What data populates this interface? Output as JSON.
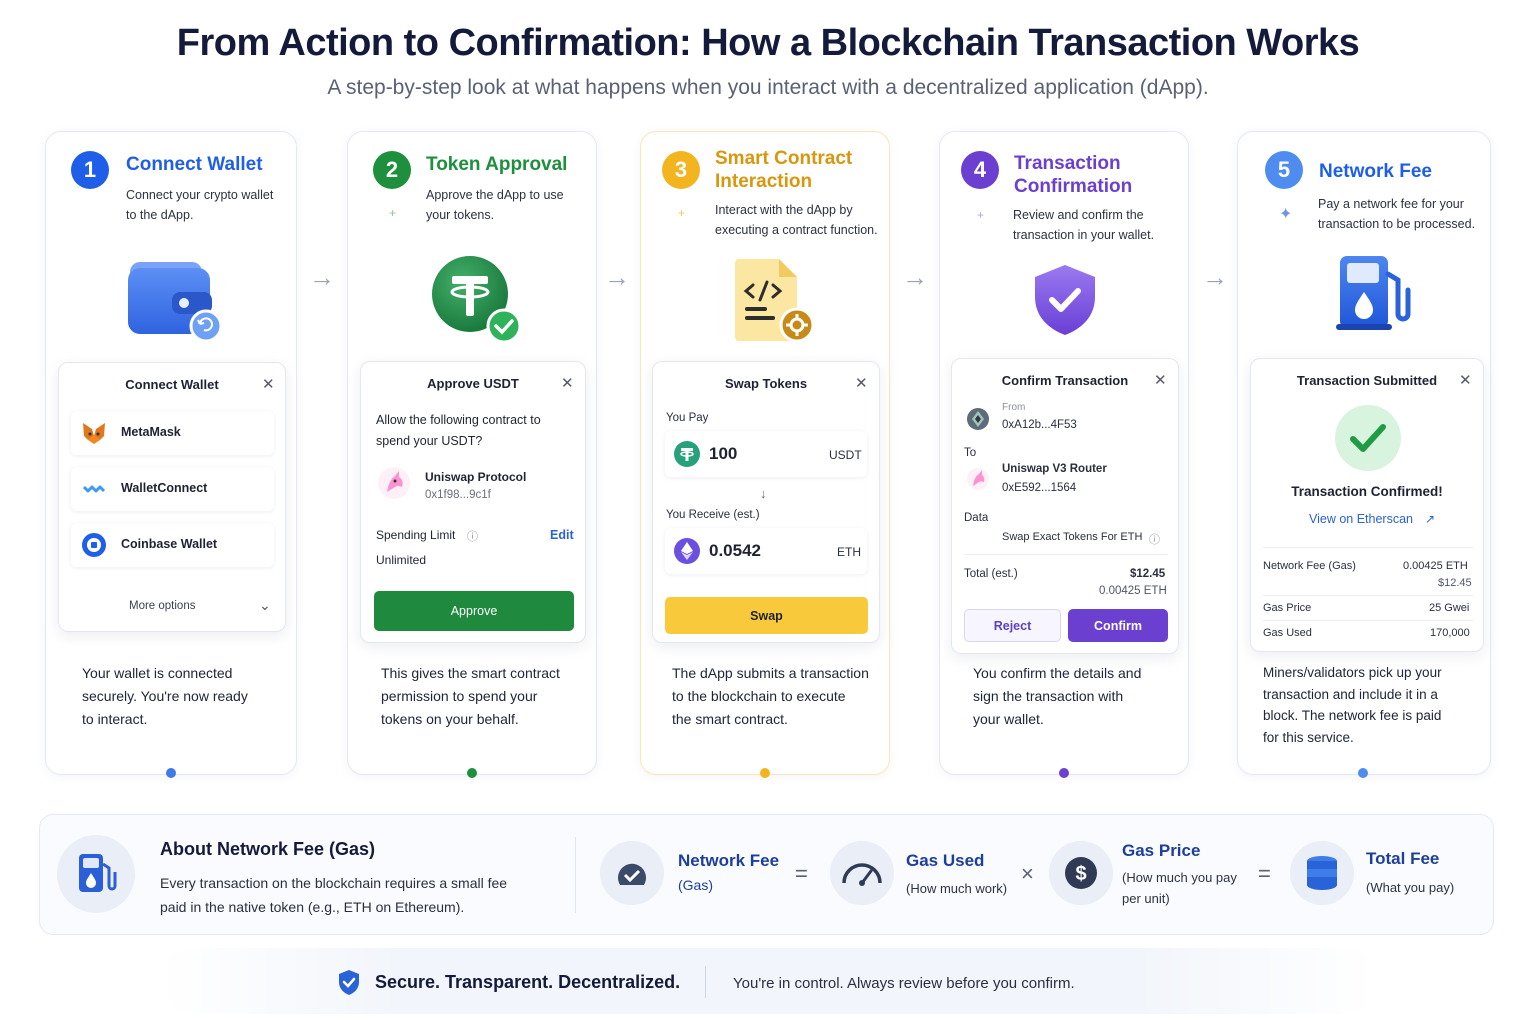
{
  "header": {
    "title": "From Action to Confirmation: How a Blockchain Transaction Works",
    "subtitle": "A step-by-step look at what happens when you interact with a decentralized application (dApp)."
  },
  "colors": {
    "blue": "#1f5ee8",
    "green": "#1e8f3c",
    "yellow": "#f2b51f",
    "purple": "#6b3fcf",
    "sky": "#4f8cf0"
  },
  "steps": [
    {
      "number": "1",
      "title": "Connect Wallet",
      "description": [
        "Connect your crypto wallet",
        "to the dApp."
      ],
      "panel": {
        "title": "Connect Wallet",
        "options": [
          {
            "label": "MetaMask",
            "icon": "fox-icon"
          },
          {
            "label": "WalletConnect",
            "icon": "walletconnect-icon"
          },
          {
            "label": "Coinbase Wallet",
            "icon": "coinbase-icon"
          }
        ],
        "more": "More options"
      },
      "footer": [
        "Your wallet is connected",
        "securely. You're now ready",
        "to interact."
      ]
    },
    {
      "number": "2",
      "title": "Token Approval",
      "description": [
        "Approve the dApp to use",
        "your tokens."
      ],
      "panel": {
        "title": "Approve USDT",
        "prompt": [
          "Allow the following contract to",
          "spend your USDT?"
        ],
        "contract_name": "Uniswap Protocol",
        "contract_address": "0x1f98...9c1f",
        "limit_label": "Spending Limit",
        "edit": "Edit",
        "limit_value": "Unlimited",
        "button": "Approve"
      },
      "footer": [
        "This gives the smart contract",
        "permission to spend your",
        "tokens on your behalf."
      ]
    },
    {
      "number": "3",
      "title": [
        "Smart Contract",
        "Interaction"
      ],
      "description": [
        "Interact with the dApp by",
        "executing a contract function."
      ],
      "panel": {
        "title": "Swap Tokens",
        "pay_label": "You Pay",
        "pay_amount": "100",
        "pay_token": "USDT",
        "receive_label": "You Receive (est.)",
        "receive_amount": "0.0542",
        "receive_token": "ETH",
        "button": "Swap"
      },
      "footer": [
        "The dApp submits a transaction",
        "to the blockchain to execute",
        "the smart contract."
      ]
    },
    {
      "number": "4",
      "title": [
        "Transaction",
        "Confirmation"
      ],
      "description": [
        "Review and confirm the",
        "transaction in your wallet."
      ],
      "panel": {
        "title": "Confirm Transaction",
        "from_label": "From",
        "from_address": "0xA12b...4F53",
        "to_label": "To",
        "to_name": "Uniswap V3 Router",
        "to_address": "0xE592...1564",
        "data_label": "Data",
        "data_value": "Swap Exact Tokens For ETH",
        "total_label": "Total (est.)",
        "total_usd": "$12.45",
        "total_eth": "0.00425 ETH",
        "reject": "Reject",
        "confirm": "Confirm"
      },
      "footer": [
        "You confirm the details and",
        "sign the transaction with",
        "your wallet."
      ]
    },
    {
      "number": "5",
      "title": "Network Fee",
      "description": [
        "Pay a network fee for your",
        "transaction to be processed."
      ],
      "panel": {
        "title": "Transaction Submitted",
        "status": "Transaction Confirmed!",
        "link": "View on Etherscan",
        "fee_label": "Network Fee (Gas)",
        "fee_eth": "0.00425 ETH",
        "fee_usd": "$12.45",
        "price_label": "Gas Price",
        "price_value": "25 Gwei",
        "used_label": "Gas Used",
        "used_value": "170,000"
      },
      "footer": [
        "Miners/validators pick up your",
        "transaction and include it in a",
        "block. The network fee is paid",
        "for this service."
      ]
    }
  ],
  "gas": {
    "title": "About Network Fee (Gas)",
    "description": [
      "Every transaction on the blockchain requires a small fee",
      "paid in the native token (e.g., ETH on Ethereum)."
    ],
    "formula": [
      {
        "title": "Network Fee",
        "sub": [
          "(Gas)"
        ]
      },
      {
        "op": "="
      },
      {
        "title": "Gas Used",
        "sub": [
          "(How much work)"
        ]
      },
      {
        "op": "×"
      },
      {
        "title": "Gas Price",
        "sub": [
          "(How much you pay",
          "per unit)"
        ]
      },
      {
        "op": "="
      },
      {
        "title": "Total Fee",
        "sub": [
          "(What you pay)"
        ]
      }
    ]
  },
  "footer": {
    "tagline": "Secure. Transparent. Decentralized.",
    "note": "You're in control. Always review before you confirm."
  }
}
